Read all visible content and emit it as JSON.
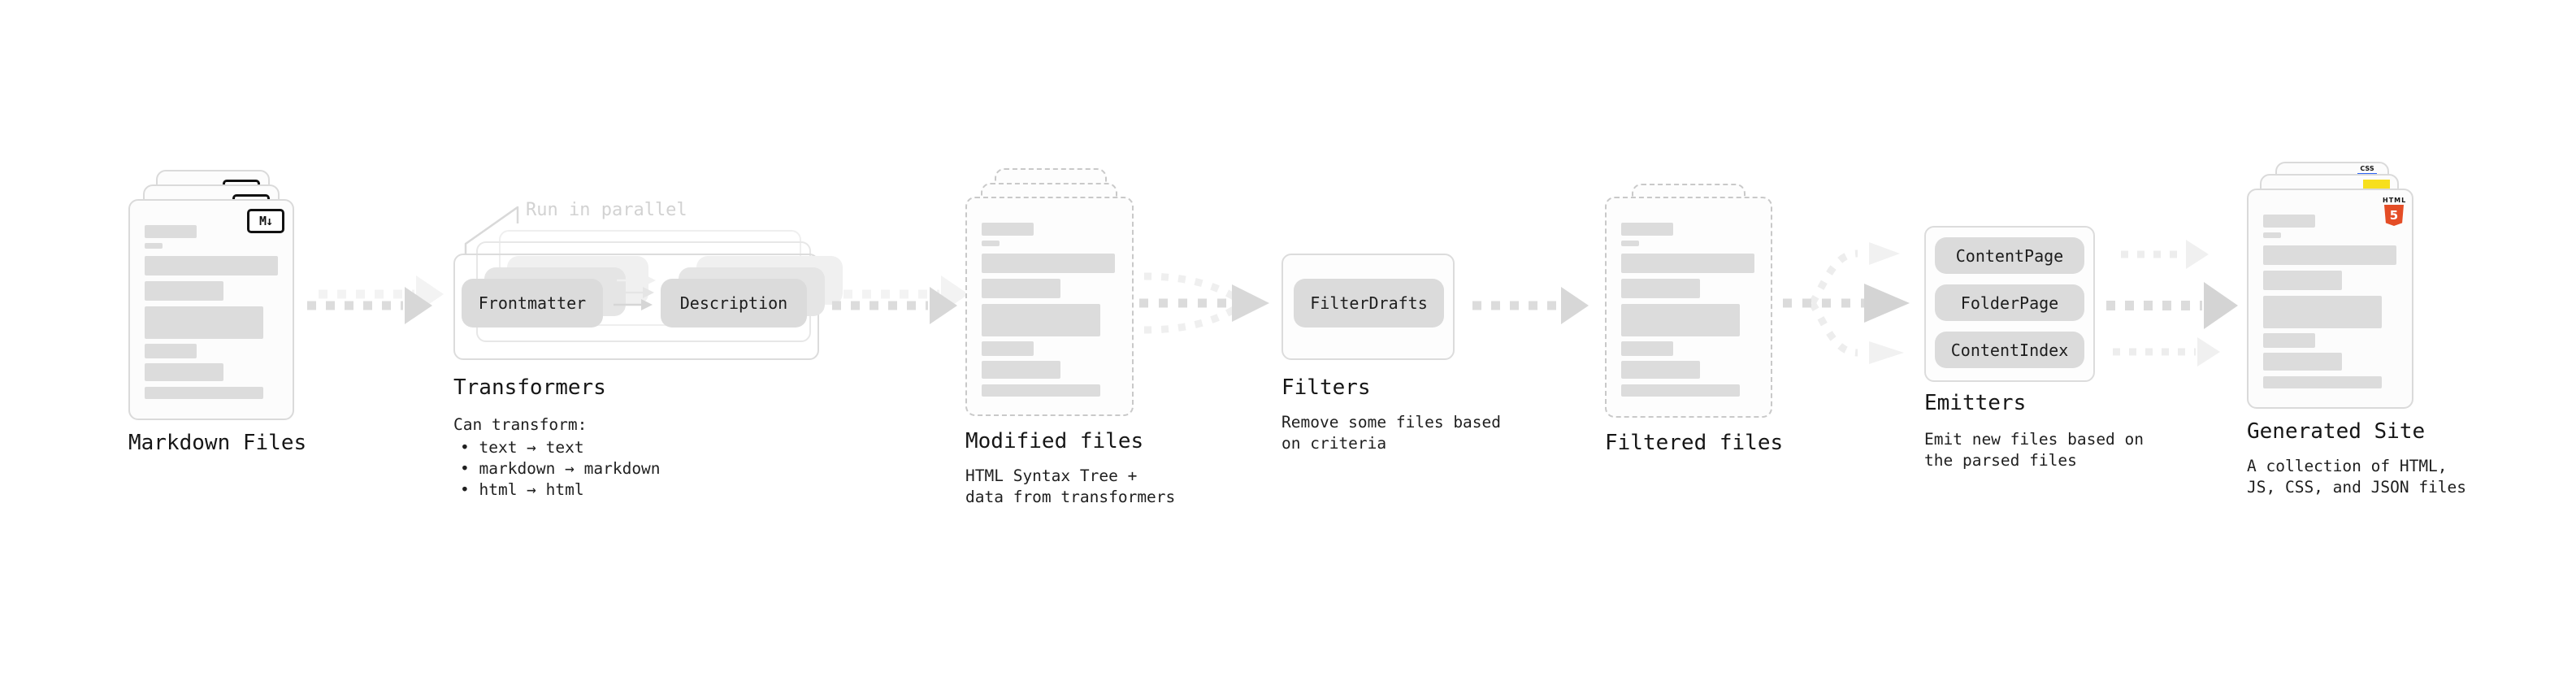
{
  "stages": {
    "markdown_files": {
      "title": "Markdown Files",
      "icon": "M↓"
    },
    "transformers": {
      "title": "Transformers",
      "annotation": "Run in parallel",
      "pills": [
        "Frontmatter",
        "Description"
      ],
      "caption": "Can transform:",
      "bullets": [
        "• text → text",
        "• markdown → markdown",
        "• html → html"
      ]
    },
    "modified_files": {
      "title": "Modified files",
      "subtitle_lines": [
        "HTML Syntax Tree +",
        "data from transformers"
      ]
    },
    "filters": {
      "title": "Filters",
      "pill": "FilterDrafts",
      "subtitle_lines": [
        "Remove some files based",
        "on criteria"
      ]
    },
    "filtered_files": {
      "title": "Filtered files"
    },
    "emitters": {
      "title": "Emitters",
      "pills": [
        "ContentPage",
        "FolderPage",
        "ContentIndex"
      ],
      "subtitle_lines": [
        "Emit new files based on",
        "the parsed files"
      ]
    },
    "generated_site": {
      "title": "Generated Site",
      "subtitle_lines": [
        "A collection of HTML,",
        "JS, CSS, and JSON files"
      ],
      "icons": {
        "html5_word": "HTML",
        "html5_number": "5",
        "css": "CSS"
      }
    }
  },
  "colors": {
    "html5_orange": "#e44d26",
    "js_yellow": "#f7df1e",
    "css_blue": "#2b63f5",
    "placeholder_bar": "#dcdcdc",
    "arrow_gray": "#d7d7d7",
    "annotation_gray": "#d2d2d2",
    "title_text": "#161616"
  }
}
